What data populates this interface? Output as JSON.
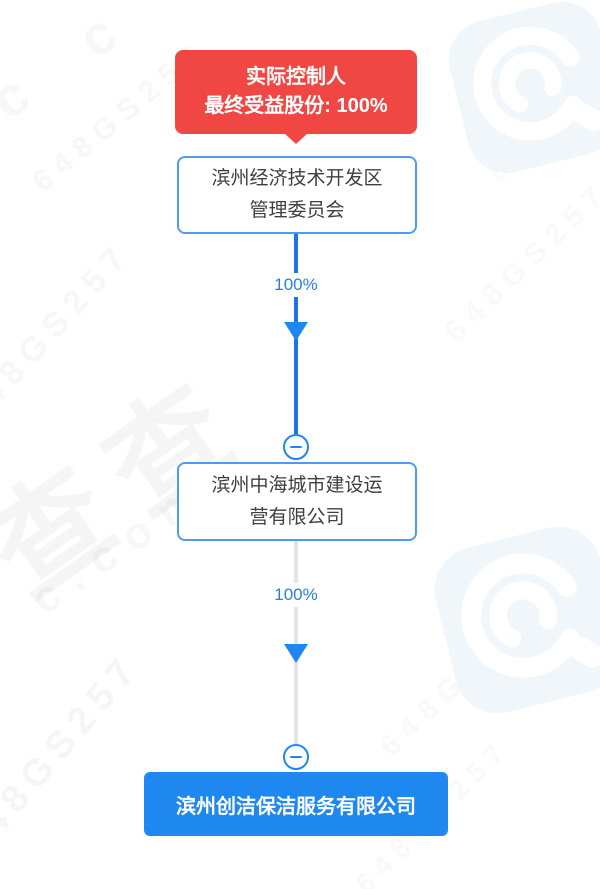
{
  "watermark": {
    "id_text": "648GS257",
    "site_chars": "查查",
    "site_suffix": "c.com",
    "corner_chars": "c c",
    "logo_icon": "qcc-app-logo",
    "logo_tint": "#f0f6fa"
  },
  "diagram": {
    "colors": {
      "badge_red": "#f04744",
      "node_border_blue": "#4e9bf5",
      "edge_blue": "#1a73e8",
      "edge_gray": "#e4e5e8",
      "accent_blue": "#1e87f0",
      "target_bg": "#1e87f0"
    },
    "badge": {
      "line1": "实际控制人",
      "line2": "最终受益股份: 100%"
    },
    "nodes": [
      {
        "lines": [
          "滨州经济技术开发区",
          "管理委员会"
        ],
        "full_name": "滨州经济技术开发区管理委员会"
      },
      {
        "lines": [
          "滨州中海城市建设运",
          "营有限公司"
        ],
        "full_name": "滨州中海城市建设运营有限公司"
      },
      {
        "full_name": "滨州创洁保洁服务有限公司"
      }
    ],
    "edges": [
      {
        "label": "100%"
      },
      {
        "label": "100%"
      }
    ]
  }
}
